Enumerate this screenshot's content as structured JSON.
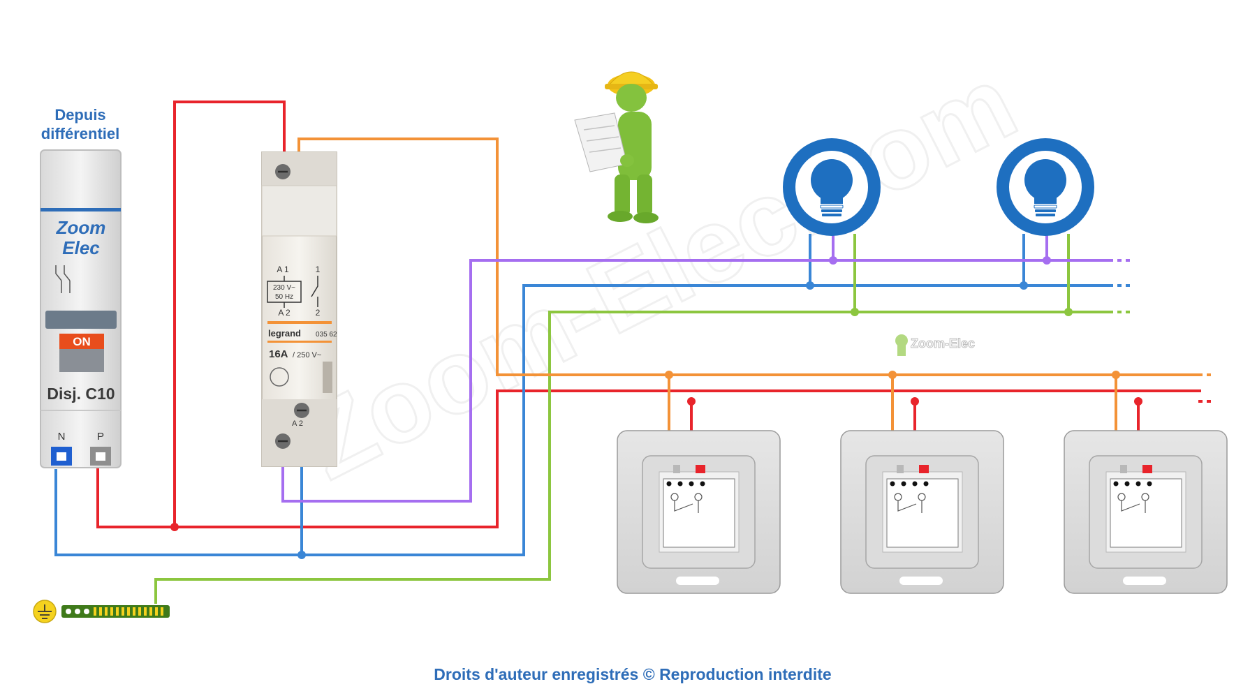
{
  "source": {
    "line1": "Depuis",
    "line2": "différentiel"
  },
  "breaker": {
    "brand_line1": "Zoom",
    "brand_line2": "Elec",
    "on_label": "ON",
    "model": "Disj. C10",
    "neutral_label": "N",
    "phase_label": "P"
  },
  "relay": {
    "a1_label": "A 1",
    "a2_label": "A 2",
    "contact_1_label": "1",
    "contact_2_label": "2",
    "coil_voltage": "230 V~",
    "coil_freq": "50 Hz",
    "brand": "legrand",
    "ref": "035 62",
    "rating_main": "16A",
    "rating_sub": "/ 250 V~",
    "bottom_a2": "A 2"
  },
  "watermark": {
    "main": "Zoom-Elec.com",
    "logo": "Zoom-Elec"
  },
  "footer": {
    "copyright": "Droits d'auteur enregistrés © Reproduction interdite"
  },
  "colors": {
    "phase": "#e8242b",
    "neutral": "#3a86d6",
    "earth": "#8cc63f",
    "return": "#f39237",
    "control": "#a56ef0",
    "lamp_blue": "#1e6fc0",
    "text_blue": "#2e6db8"
  },
  "icons": [
    "engineer-figure",
    "light-bulb-icon",
    "earth-ground-icon",
    "push-button-icon"
  ]
}
